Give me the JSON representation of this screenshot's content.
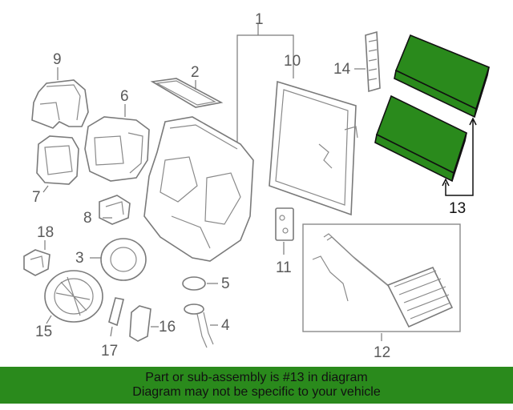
{
  "callouts": {
    "c1": "1",
    "c2": "2",
    "c3": "3",
    "c4": "4",
    "c5": "5",
    "c6": "6",
    "c7": "7",
    "c8": "8",
    "c9": "9",
    "c10": "10",
    "c11": "11",
    "c12": "12",
    "c13": "13",
    "c14": "14",
    "c15": "15",
    "c16": "16",
    "c17": "17",
    "c18": "18"
  },
  "highlight": {
    "part_number": "13",
    "color": "#2a8a1c"
  },
  "banner": {
    "line1": "Part or sub-assembly is #13 in diagram",
    "line2": "Diagram may not be specific to your vehicle"
  }
}
